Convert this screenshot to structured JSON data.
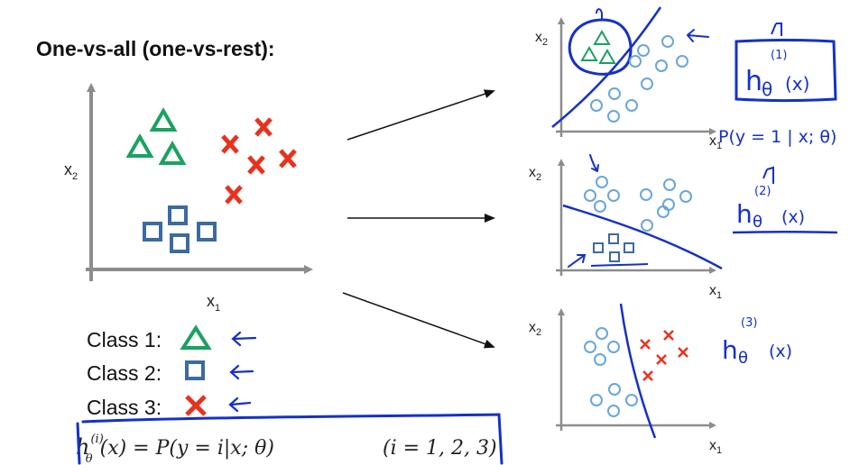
{
  "title": "One-vs-all (one-vs-rest):",
  "main_plot": {
    "x_label": "x",
    "x_sub": "1",
    "y_label": "x",
    "y_sub": "2"
  },
  "classes": [
    {
      "label": "Class 1:",
      "symbol": "triangle",
      "color": "#1aa260"
    },
    {
      "label": "Class 2:",
      "symbol": "square",
      "color": "#3d6aa0"
    },
    {
      "label": "Class 3:",
      "symbol": "cross",
      "color": "#e8321e"
    }
  ],
  "formula": {
    "lhs": "h",
    "lhs_sup": "(i)",
    "lhs_sub": "θ",
    "rhs": "(x) = P(y = i|x; θ)",
    "range": "(i = 1, 2, 3)"
  },
  "subplots": [
    {
      "x_label": "x",
      "x_sub": "1",
      "y_label": "x",
      "y_sub": "2"
    },
    {
      "x_label": "x",
      "x_sub": "1",
      "y_label": "x",
      "y_sub": "2"
    },
    {
      "x_label": "x",
      "x_sub": "1",
      "y_label": "x",
      "y_sub": "2"
    }
  ],
  "annotations": {
    "h1": "h",
    "h1_theta": "θ",
    "h1_sup": "(1)",
    "h1_arg": "(x)",
    "p_expr": "P(y = 1 | x; θ)",
    "h2": "h",
    "h2_theta": "θ",
    "h2_sup": "(2)",
    "h2_arg": "(x)",
    "h3": "h",
    "h3_theta": "θ",
    "h3_sup": "(3)",
    "h3_arg": "(x)"
  },
  "colors": {
    "axis": "#8c8c8c",
    "ink": "#1530c8",
    "triangle": "#1aa260",
    "square": "#3d6aa0",
    "cross": "#e8321e",
    "circle": "#6aa6d8"
  }
}
